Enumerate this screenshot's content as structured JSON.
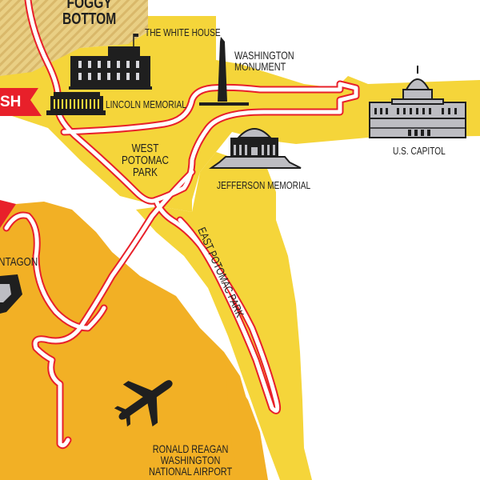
{
  "map": {
    "type": "illustrated-route-map",
    "colors": {
      "park_yellow": "#F5D53A",
      "arlington_orange": "#F2B025",
      "route_red": "#E8202A",
      "route_white": "#FFFFFF",
      "ink": "#1F1F1F",
      "landmark_gray": "#BDBDC2",
      "water": "#FFFFFF",
      "hatch": "#D9B86A"
    },
    "finish_banner": {
      "label": "SH",
      "color": "#E8202A"
    },
    "neighborhoods": [
      {
        "id": "foggy-bottom",
        "line1": "FOGGY",
        "line2": "BOTTOM"
      },
      {
        "id": "west-potomac-park",
        "line1": "WEST",
        "line2": "POTOMAC",
        "line3": "PARK"
      },
      {
        "id": "east-potomac-park",
        "label": "EAST POTOMAC PARK"
      },
      {
        "id": "pentagon",
        "label": "NTAGON"
      }
    ],
    "landmarks": [
      {
        "id": "white-house",
        "label": "THE WHITE HOUSE"
      },
      {
        "id": "washington-monument",
        "line1": "WASHINGTON",
        "line2": "MONUMENT"
      },
      {
        "id": "lincoln-memorial",
        "label": "LINCOLN MEMORIAL"
      },
      {
        "id": "jefferson-memorial",
        "label": "JEFFERSON MEMORIAL"
      },
      {
        "id": "us-capitol",
        "label": "U.S. CAPITOL"
      },
      {
        "id": "airport",
        "line1": "RONALD REAGAN",
        "line2": "WASHINGTON",
        "line3": "NATIONAL AIRPORT"
      }
    ]
  }
}
